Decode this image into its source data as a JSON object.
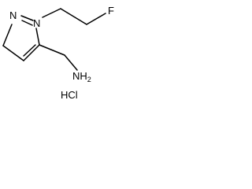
{
  "molecule": {
    "atoms": {
      "n2": "N",
      "n1": "N",
      "f": "F",
      "amine": "NH",
      "amine_h_subscript": "2"
    },
    "salt": "HCl"
  }
}
